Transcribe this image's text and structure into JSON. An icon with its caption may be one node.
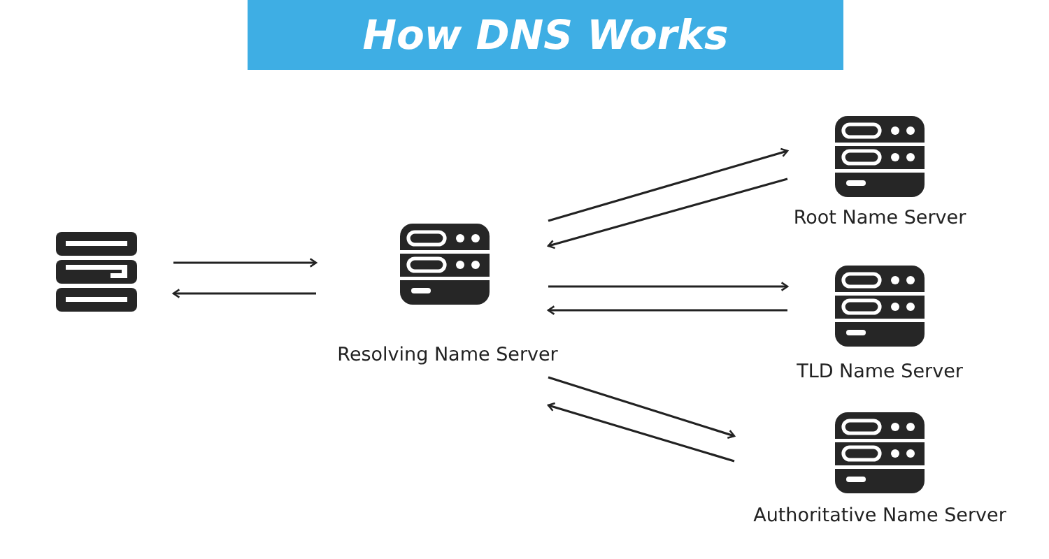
{
  "diagram": {
    "title": "How DNS Works",
    "nodes": [
      {
        "text": [],
        "shape": "picture"
      },
      {
        "text": [
          "Resolving Name Server"
        ]
      },
      {
        "text": [
          "Root Name Server"
        ]
      },
      {
        "text": [
          "TLD Name Server"
        ]
      },
      {
        "text": [
          "Authoritative Name Server"
        ]
      }
    ],
    "edges": [
      {
        "from": 0,
        "to": 1,
        "arrow": "to"
      },
      {
        "from": 1,
        "to": 0,
        "arrow": "to"
      },
      {
        "from": 1,
        "to": 2,
        "arrow": "to"
      },
      {
        "from": 2,
        "to": 1,
        "arrow": "to"
      },
      {
        "from": 1,
        "to": 3,
        "arrow": "to"
      },
      {
        "from": 3,
        "to": 1,
        "arrow": "to"
      },
      {
        "from": 1,
        "to": 4,
        "arrow": "to"
      },
      {
        "from": 4,
        "to": 1,
        "arrow": "to"
      }
    ]
  }
}
